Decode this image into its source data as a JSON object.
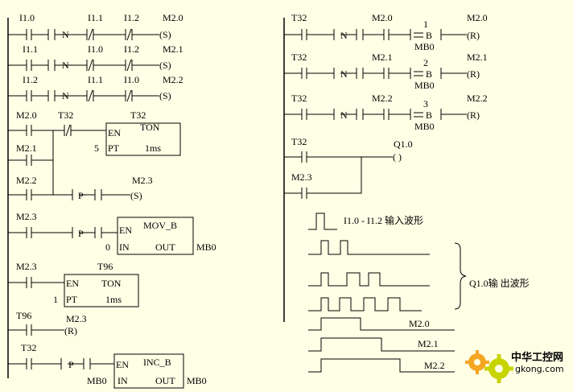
{
  "left_ladder": {
    "rung1": {
      "contact1": "I1.0",
      "n_label": "N",
      "contact2": "I1.1",
      "contact3": "I1.2",
      "coil_addr": "M2.0",
      "coil_type": "(S)"
    },
    "rung2": {
      "contact1": "I1.1",
      "n_label": "N",
      "contact2": "I1.0",
      "contact3": "I1.2",
      "coil_addr": "M2.1",
      "coil_type": "(S)"
    },
    "rung3": {
      "contact1": "I1.2",
      "n_label": "N",
      "contact2": "I1.1",
      "contact3": "I1.0",
      "coil_addr": "M2.2",
      "coil_type": "(S)"
    },
    "rung4": {
      "contact1": "M2.0",
      "contact_nc": "T32",
      "contact2": "M2.1",
      "contact3": "M2.2",
      "timer_name": "T32",
      "timer_type": "TON",
      "en": "EN",
      "pt": "PT",
      "preset": "5",
      "unit": "1ms",
      "p_label": "P",
      "coil_addr": "M2.3",
      "coil_type": "(S)"
    },
    "rung5": {
      "contact": "M2.3",
      "p_label": "P",
      "box_type": "MOV_B",
      "en": "EN",
      "in": "IN",
      "out": "OUT",
      "in_val": "0",
      "out_val": "MB0"
    },
    "rung6": {
      "contact": "M2.3",
      "timer_name": "T96",
      "timer_type": "TON",
      "en": "EN",
      "pt": "PT",
      "preset": "1",
      "unit": "1ms"
    },
    "rung7": {
      "contact": "T96",
      "coil_addr": "M2.3",
      "coil_type": "(R)"
    },
    "rung8": {
      "contact": "T32",
      "p_label": "P",
      "box_type": "INC_B",
      "en": "EN",
      "in": "IN",
      "out": "OUT",
      "in_val": "MB0",
      "out_val": "MB0"
    }
  },
  "right_ladder": {
    "rung1": {
      "contact": "T32",
      "n_label": "N",
      "contact2": "M2.0",
      "cmp_value": "1",
      "cmp_op": "B",
      "cmp_operand": "MB0",
      "coil_addr": "M2.0",
      "coil_type": "(R)"
    },
    "rung2": {
      "contact": "T32",
      "n_label": "N",
      "contact2": "M2.1",
      "cmp_value": "2",
      "cmp_op": "B",
      "cmp_operand": "MB0",
      "coil_addr": "M2.1",
      "coil_type": "(R)"
    },
    "rung3": {
      "contact": "T32",
      "n_label": "N",
      "contact2": "M2.2",
      "cmp_value": "3",
      "cmp_op": "B",
      "cmp_operand": "MB0",
      "coil_addr": "M2.2",
      "coil_type": "(R)"
    },
    "rung4": {
      "contact": "T32",
      "contact2": "M2.3",
      "coil_addr": "Q1.0",
      "coil_type": "(    )"
    }
  },
  "waveforms": {
    "input_label": "I1.0 - I1.2 输入波形",
    "output_label": "Q1.0输 出波形",
    "m20": "M2.0",
    "m21": "M2.1",
    "m22": "M2.2"
  },
  "watermark": {
    "line1": "中华工控网",
    "line2": "gkong.com"
  }
}
